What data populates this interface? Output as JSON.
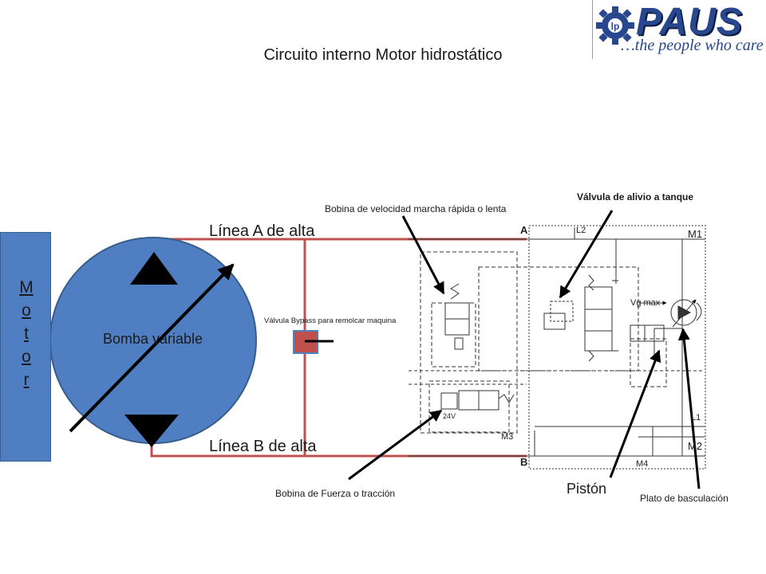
{
  "title": "Circuito interno Motor hidrostático",
  "logo": {
    "brand": "PAUS",
    "tagline": "…the people who care",
    "brand_color": "#28478f"
  },
  "motor": {
    "letters": [
      "M",
      "o",
      "t",
      "o",
      "r"
    ],
    "color": "#4f7fc2"
  },
  "pump": {
    "label": "Bomba variable",
    "color": "#4f7fc2"
  },
  "lines": {
    "line_a": "Línea A de alta",
    "line_b": "Línea B de alta",
    "pipe_color": "#c0504d"
  },
  "annotations": {
    "bypass": "Válvula Bypass para remolcar maquina",
    "speed_coil": "Bobina de velocidad marcha rápida o lenta",
    "relief_valve": "Válvula de alivio a tanque",
    "force_coil": "Bobina de Fuerza o tracción",
    "piston": "Pistón",
    "swash_plate": "Plato de basculación"
  },
  "circuit_labels": {
    "port_a": "A",
    "port_b": "B",
    "l2": "L2",
    "m1": "M1",
    "vg_max": "Vg max",
    "l1": "L1",
    "m2": "M2",
    "m3": "M3",
    "m4": "M4",
    "voltage": "24V"
  }
}
